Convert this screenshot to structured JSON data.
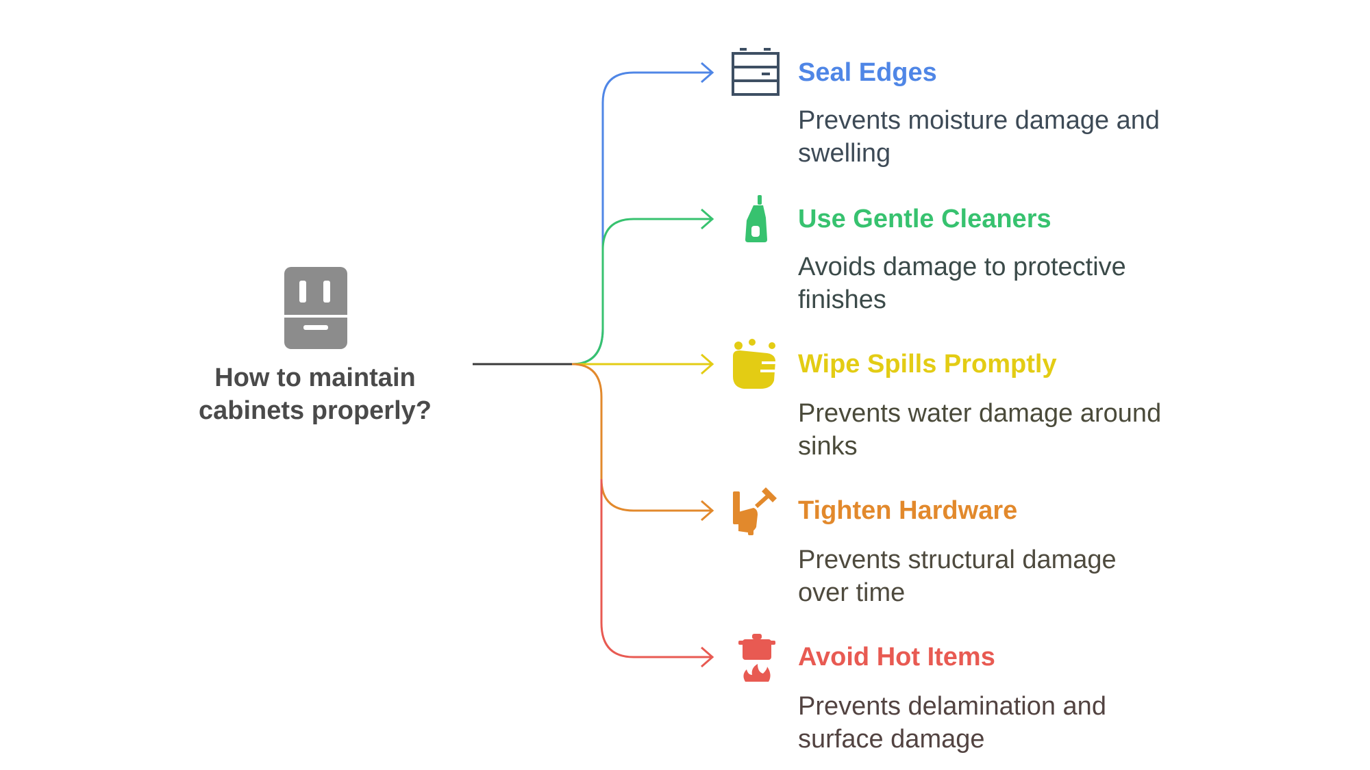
{
  "diagram": {
    "root": {
      "title_line1": "How to maintain",
      "title_line2": "cabinets properly?",
      "icon": "cabinet-icon",
      "color": "#8c8c8c"
    },
    "branches": [
      {
        "title": "Seal Edges",
        "desc_line1": "Prevents moisture damage and",
        "desc_line2": "swelling",
        "icon": "drawer-cabinet-icon",
        "color": "#4f86e6"
      },
      {
        "title": "Use Gentle Cleaners",
        "desc_line1": "Avoids damage to protective",
        "desc_line2": "finishes",
        "icon": "cleaner-bottle-icon",
        "color": "#37c26f"
      },
      {
        "title": "Wipe Spills Promptly",
        "desc_line1": "Prevents water damage around",
        "desc_line2": "sinks",
        "icon": "wiping-hand-icon",
        "color": "#e3cc14"
      },
      {
        "title": "Tighten Hardware",
        "desc_line1": "Prevents structural damage",
        "desc_line2": "over time",
        "icon": "tools-icon",
        "color": "#e2892c"
      },
      {
        "title": "Avoid Hot Items",
        "desc_line1": "Prevents delamination and",
        "desc_line2": "surface damage",
        "icon": "hot-pot-icon",
        "color": "#e85a52"
      }
    ],
    "desc_colors": [
      "#3d4a56",
      "#3b4a49",
      "#4a4a3a",
      "#4e4a3e",
      "#524341"
    ]
  }
}
